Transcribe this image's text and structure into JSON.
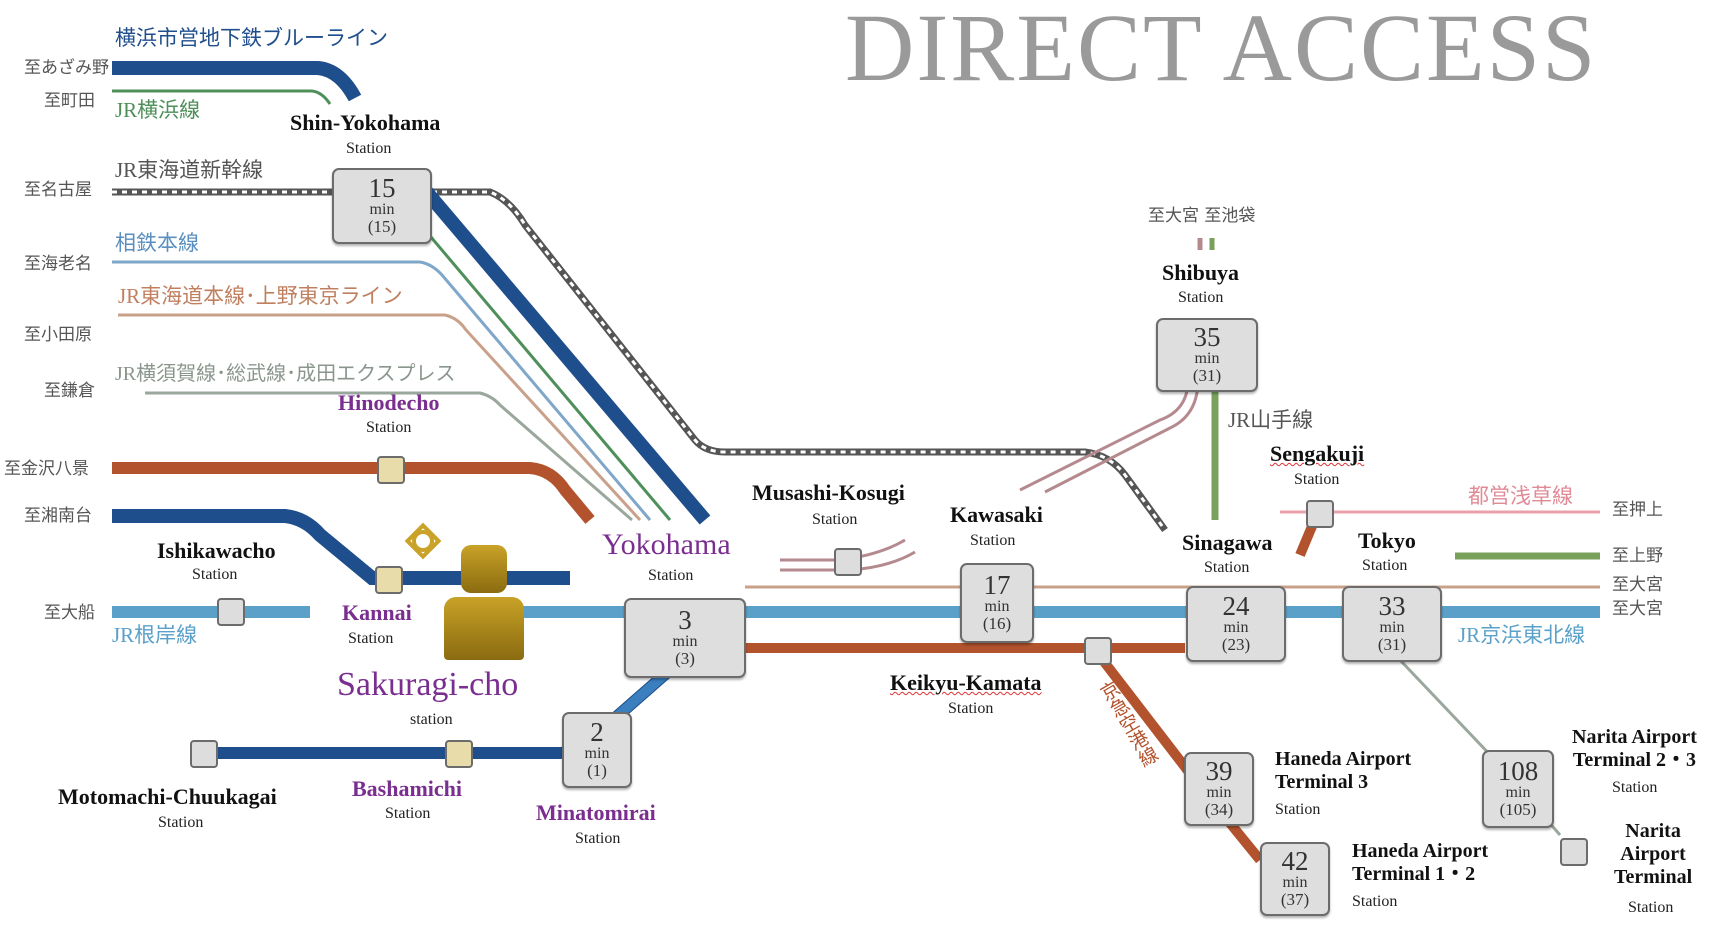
{
  "title": "DIRECT ACCESS",
  "lines": {
    "blue_line": "横浜市営地下鉄ブルーライン",
    "jr_yokohama": "JR横浜線",
    "tokaido_shinkansen": "JR東海道新幹線",
    "sotetsu": "相鉄本線",
    "tokaido_ueno_tokyo": "JR東海道本線･上野東京ライン",
    "yokosuka_sobu": "JR横須賀線･総武線･成田エクスプレス",
    "negishi": "JR根岸線",
    "yamanote": "JR山手線",
    "asakusa": "都営浅草線",
    "keihin_tohoku": "JR京浜東北線",
    "keikyu_airport": "京急空港線"
  },
  "destinations": {
    "azamino": "至あざみ野",
    "machida": "至町田",
    "nagoya": "至名古屋",
    "ebina": "至海老名",
    "odawara": "至小田原",
    "kamakura": "至鎌倉",
    "kanazawa_hakkei": "至金沢八景",
    "shonandai": "至湘南台",
    "ofuna": "至大船",
    "omiya_ikebukuro": "至大宮 至池袋",
    "oshiage": "至押上",
    "ueno": "至上野",
    "omiya1": "至大宮",
    "omiya2": "至大宮"
  },
  "station_suffix": "Station",
  "station_suffix_lower": "station",
  "stations": {
    "shin_yokohama": "Shin-Yokohama",
    "hinodecho": "Hinodecho",
    "ishikawacho": "Ishikawacho",
    "kannai": "Kannai",
    "sakuragicho": "Sakuragi-cho",
    "yokohama": "Yokohama",
    "musashi_kosugi": "Musashi-Kosugi",
    "kawasaki": "Kawasaki",
    "shibuya": "Shibuya",
    "sengakuji": "Sengakuji",
    "sinagawa": "Sinagawa",
    "tokyo": "Tokyo",
    "keikyu_kamata": "Keikyu-Kamata",
    "motomachi": "Motomachi-Chuukagai",
    "bashamichi": "Bashamichi",
    "minatomirai": "Minatomirai",
    "haneda3": "Haneda Airport\nTerminal 3",
    "haneda12": "Haneda Airport\nTerminal 1・2",
    "narita23": "Narita Airport\nTerminal 2・3",
    "narita1": "Narita\nAirport\nTerminal"
  },
  "unit": "min",
  "times": {
    "shin_yokohama": {
      "min": "15",
      "paren": "(15)"
    },
    "yokohama": {
      "min": "3",
      "paren": "(3)"
    },
    "kawasaki": {
      "min": "17",
      "paren": "(16)"
    },
    "shibuya": {
      "min": "35",
      "paren": "(31)"
    },
    "sinagawa": {
      "min": "24",
      "paren": "(23)"
    },
    "tokyo": {
      "min": "33",
      "paren": "(31)"
    },
    "minatomirai": {
      "min": "2",
      "paren": "(1)"
    },
    "haneda3": {
      "min": "39",
      "paren": "(34)"
    },
    "haneda12": {
      "min": "42",
      "paren": "(37)"
    },
    "narita": {
      "min": "108",
      "paren": "(105)"
    }
  },
  "colors": {
    "blue_line": "#1f4e8c",
    "jr_yokohama": "#4e8f5a",
    "shinkansen": "#555555",
    "sotetsu": "#7fa7c9",
    "tokaido": "#c9a08a",
    "yokosuka": "#9aa79c",
    "keikyu": "#b2532e",
    "negishi": "#5aa0c8",
    "yamanote": "#7aa15c",
    "asakusa": "#e8a0aa",
    "tokyu": "#b48a8f"
  }
}
